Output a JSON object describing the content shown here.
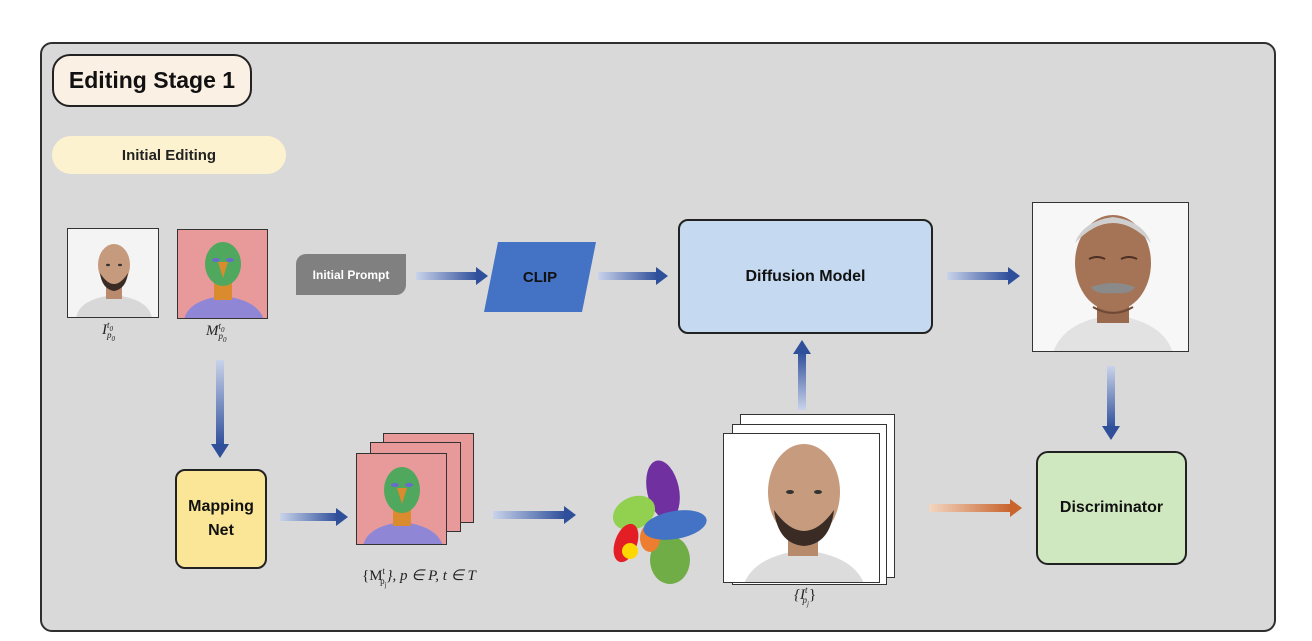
{
  "stage_title": "Editing Stage 1",
  "section_label": "Initial Editing",
  "nodes": {
    "initial_prompt": "Initial Prompt",
    "clip": "CLIP",
    "diffusion_model": "Diffusion Model",
    "mapping_net_line1": "Mapping",
    "mapping_net_line2": "Net",
    "discriminator": "Discriminator"
  },
  "labels": {
    "input_image": {
      "base": "I",
      "sup": "t",
      "supsub": "0",
      "sub": "p",
      "subsub": "0"
    },
    "input_mask": {
      "base": "M",
      "sup": "t",
      "supsub": "0",
      "sub": "p",
      "subsub": "0"
    },
    "mask_set": {
      "open": "{M",
      "sup": "t",
      "sub": "p",
      "subsub": "j",
      "close": "}, p ∈ P, t ∈ T"
    },
    "image_set": {
      "open": "{I",
      "sup": "t",
      "sub": "p",
      "subsub": "j",
      "close": "}"
    }
  },
  "colors": {
    "panel_bg": "#d9d9d9",
    "clip": "#4472c4",
    "diffusion": "#c5d9f1",
    "mapping": "#fbe697",
    "discriminator": "#d0e8c0",
    "prompt": "#808080",
    "arrow_blue": "#2f4f9b",
    "arrow_orange": "#c8642c"
  }
}
